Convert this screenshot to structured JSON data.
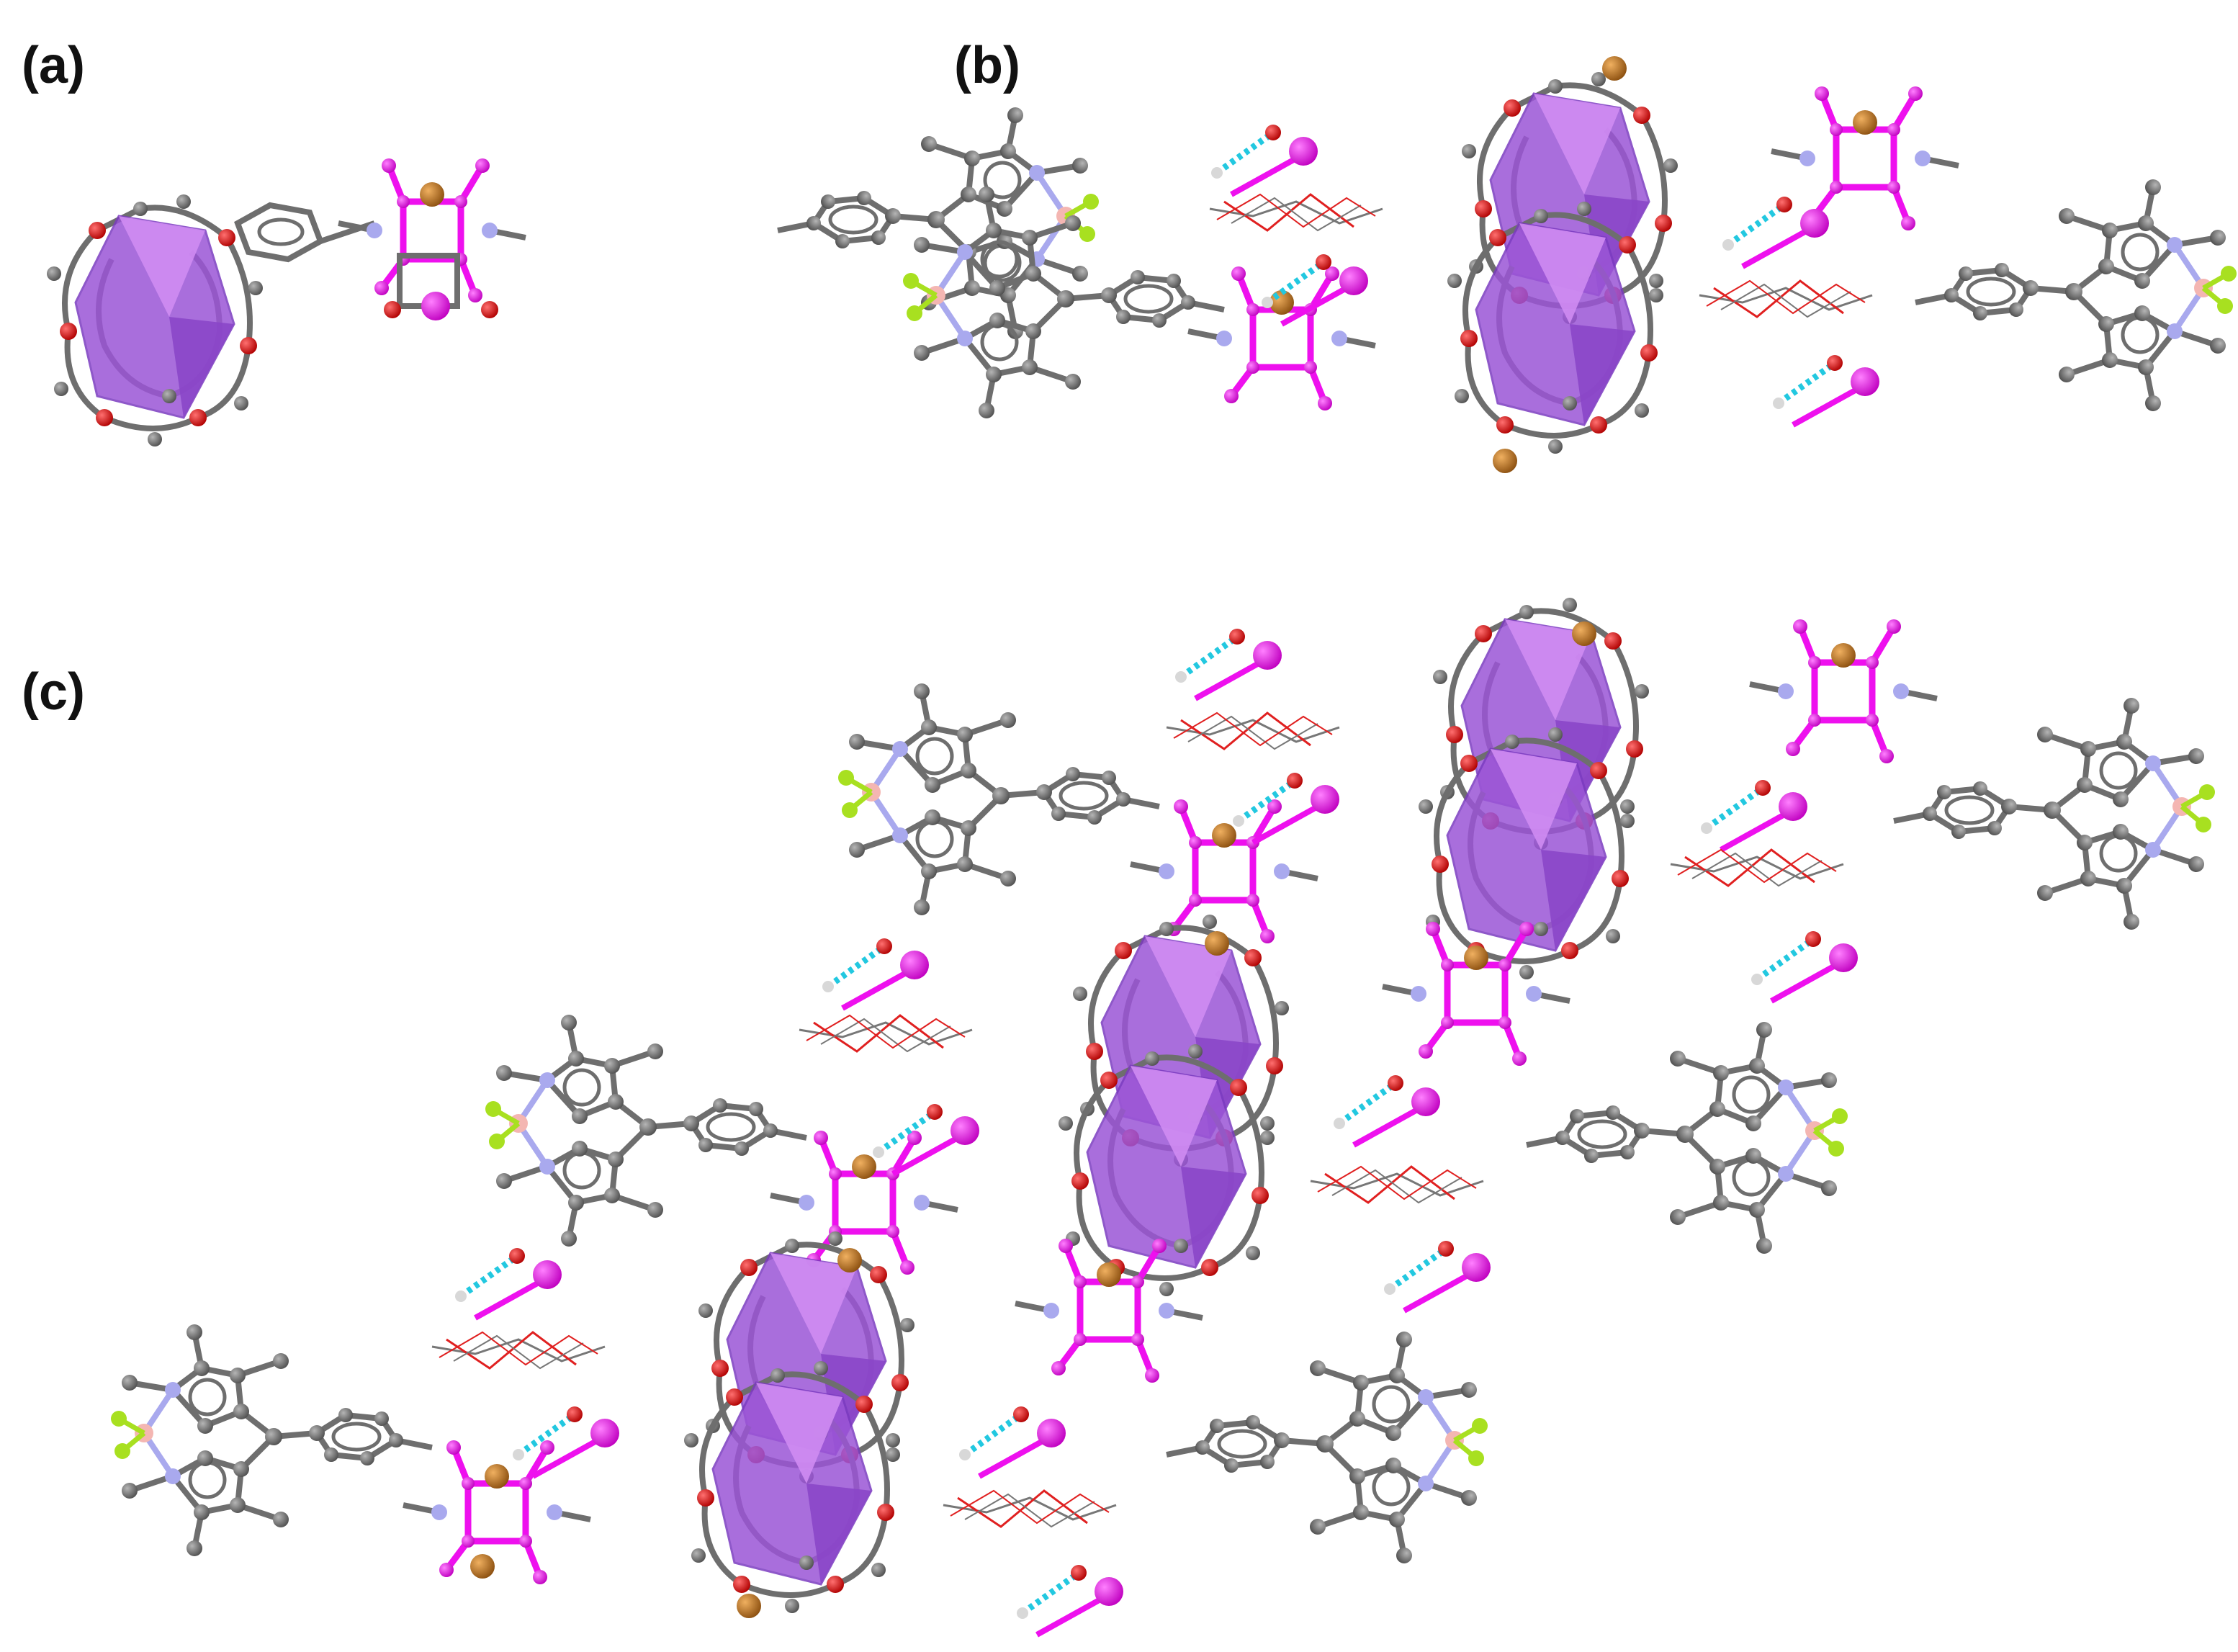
{
  "panels": [
    {
      "label": "(a)"
    },
    {
      "label": "(b)"
    },
    {
      "label": "(c)"
    }
  ],
  "colors": {
    "carbon": "#6e6e6e",
    "oxygen": "#e01010",
    "nitrogen": "#a9a9ee",
    "boron": "#f4b6b2",
    "fluorine": "#a8e020",
    "hydrogen": "#d8d8d8",
    "bromide": "#c07828",
    "anion_fragment": "#ee10ee",
    "h_bond": "#22c8e0",
    "potassium_polyhedron": "#9b55d6",
    "polyhedron_light": "#cf8cf2",
    "guest_red": "#e02020",
    "guest_grey": "#777777"
  },
  "icons": [
    "bodipy-unit",
    "benzo-crown-ether",
    "k-polyhedron",
    "squaramide-ring",
    "bromide-ion",
    "hydrogen-bond",
    "disordered-solvent"
  ]
}
